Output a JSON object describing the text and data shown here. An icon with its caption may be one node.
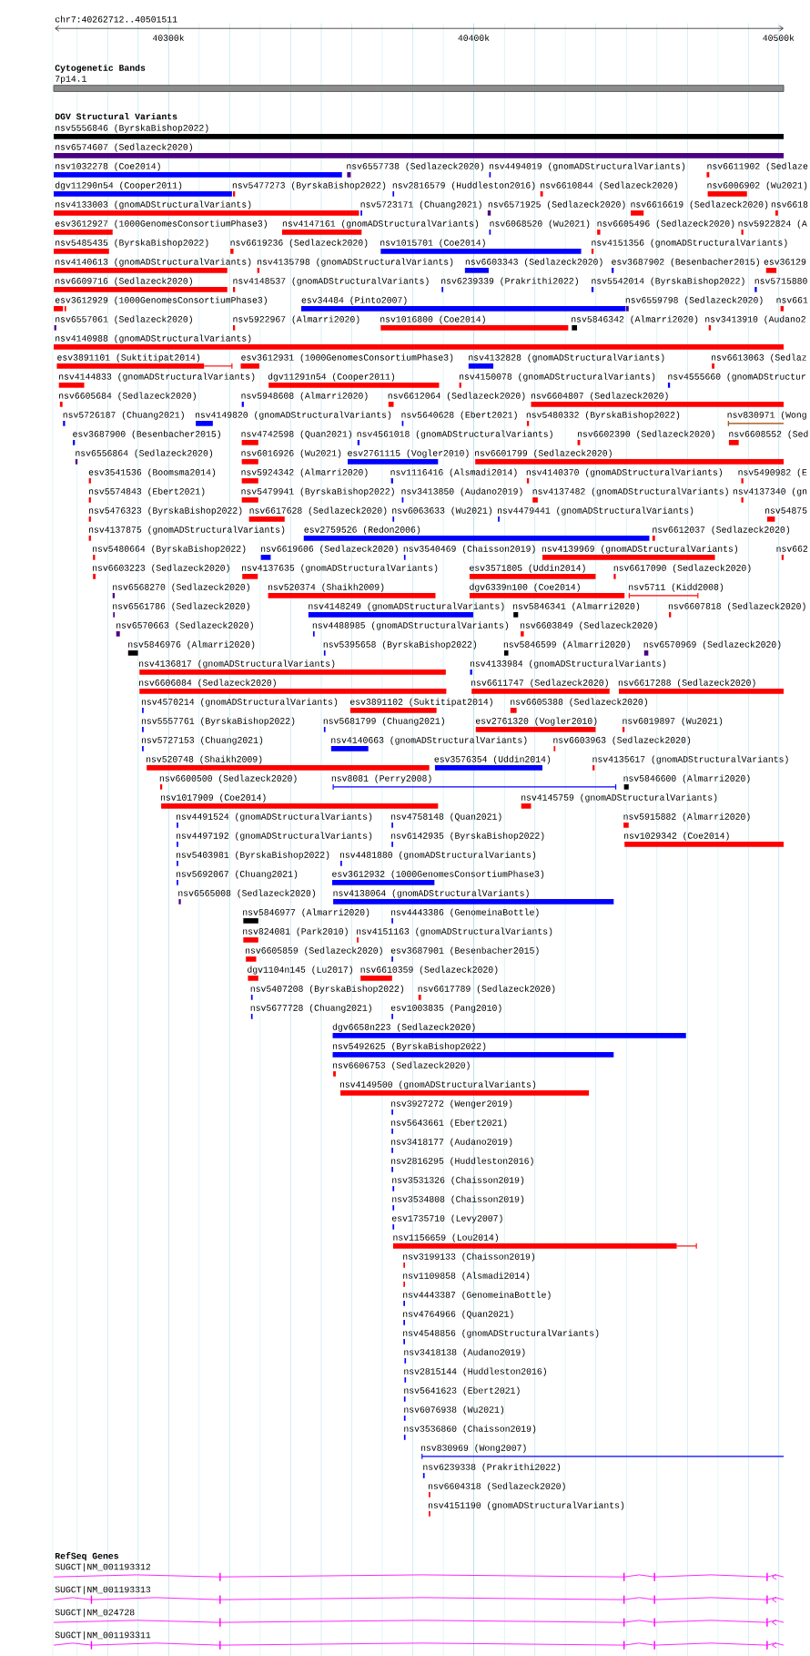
{
  "diagram": {
    "labels": [
      "chr7:40262712..40501511",
      "40300k",
      "40400k",
      "40500k",
      "Cytogenetic Bands",
      "7p14.1",
      "DGV Structural Variants",
      "nsv5556846 (ByrskaBishop2022)",
      "nsv6574607 (Sedlazeck2020)",
      "nsv1032278 (Coe2014)",
      "nsv6557738 (Sedlazeck2020)",
      "nsv4494019 (gnomADStructuralVariants)",
      "nsv6611902 (Sedlaze",
      "dgv11290n54 (Cooper2011)",
      "nsv5477273 (ByrskaBishop2022)",
      "nsv2816579 (Huddleston2016)",
      "nsv6610844 (Sedlazeck2020)",
      "nsv6006902 (Wu2021)",
      "nsv4133003 (gnomADStructuralVariants)",
      "nsv5723171 (Chuang2021)",
      "nsv6571925 (Sedlazeck2020)",
      "nsv6616619 (Sedlazeck2020)",
      "nsv6618",
      "esv3612927 (1000GenomesConsortiumPhase3)",
      "nsv4147161 (gnomADStructuralVariants)",
      "nsv6068520 (Wu2021)",
      "nsv6605496 (Sedlazeck2020)",
      "nsv5922824 (A",
      "nsv5485435 (ByrskaBishop2022)",
      "nsv6619236 (Sedlazeck2020)",
      "nsv1015701 (Coe2014)",
      "nsv4151356 (gnomADStructuralVariants)",
      "nsv4140613 (gnomADStructuralVariants)",
      "nsv4135798 (gnomADStructuralVariants)",
      "nsv6603343 (Sedlazeck2020)",
      "esv3687902 (Besenbacher2015)",
      "esv36129",
      "nsv6609716 (Sedlazeck2020)",
      "nsv4148537 (gnomADStructuralVariants)",
      "nsv6239339 (Prakrithi2022)",
      "nsv5542014 (ByrskaBishop2022)",
      "nsv5715880",
      "esv3612929 (1000GenomesConsortiumPhase3)",
      "esv34484 (Pinto2007)",
      "nsv6559798 (Sedlazeck2020)",
      "nsv661",
      "nsv6557061 (Sedlazeck2020)",
      "nsv5922967 (Almarri2020)",
      "nsv1016800 (Coe2014)",
      "nsv5846342 (Almarri2020)",
      "nsv3413910 (Audano2",
      "nsv4140988 (gnomADStructuralVariants)",
      "esv3891101 (Suktitipat2014)",
      "esv3612931 (1000GenomesConsortiumPhase3)",
      "nsv4132828 (gnomADStructuralVariants)",
      "nsv6613063 (Sedlaz",
      "nsv4144833 (gnomADStructuralVariants)",
      "dgv11291n54 (Cooper2011)",
      "nsv4150078 (gnomADStructuralVariants)",
      "nsv4555660 (gnomADStructur",
      "nsv6605684 (Sedlazeck2020)",
      "nsv5948608 (Almarri2020)",
      "nsv6612064 (Sedlazeck2020)",
      "nsv6604807 (Sedlazeck2020)",
      "nsv5726187 (Chuang2021)",
      "nsv4149820 (gnomADStructuralVariants)",
      "nsv5640628 (Ebert2021)",
      "nsv5480332 (ByrskaBishop2022)",
      "nsv830971 (Wong",
      "esv3687900 (Besenbacher2015)",
      "nsv4742598 (Quan2021)",
      "nsv4561018 (gnomADStructuralVariants)",
      "nsv6602390 (Sedlazeck2020)",
      "nsv6608552 (Sed",
      "nsv6556864 (Sedlazeck2020)",
      "nsv6016926 (Wu2021)",
      "esv2761115 (Vogler2010)",
      "nsv6601799 (Sedlazeck2020)",
      "esv3541536 (Boomsma2014)",
      "nsv5924342 (Almarri2020)",
      "nsv1116416 (Alsmadi2014)",
      "nsv4140370 (gnomADStructuralVariants)",
      "nsv5490982 (E",
      "nsv5574843 (Ebert2021)",
      "nsv5479941 (ByrskaBishop2022)",
      "nsv3413850 (Audano2019)",
      "nsv4137482 (gnomADStructuralVariants)",
      "nsv4137340 (gn",
      "nsv5476323 (ByrskaBishop2022)",
      "nsv6617628 (Sedlazeck2020)",
      "nsv6063633 (Wu2021)",
      "nsv4479441 (gnomADStructuralVariants)",
      "nsv54875",
      "nsv4137875 (gnomADStructuralVariants)",
      "esv2759526 (Redon2006)",
      "nsv6612037 (Sedlazeck2020)",
      "nsv5480664 (ByrskaBishop2022)",
      "nsv6619606 (Sedlazeck2020)",
      "nsv3540469 (Chaisson2019)",
      "nsv4139969 (gnomADStructuralVariants)",
      "nsv662",
      "nsv6603223 (Sedlazeck2020)",
      "nsv4137635 (gnomADStructuralVariants)",
      "esv3571805 (Uddin2014)",
      "nsv6617090 (Sedlazeck2020)",
      "nsv6568270 (Sedlazeck2020)",
      "nsv520374 (Shaikh2009)",
      "dgv6339n100 (Coe2014)",
      "nsv5711 (Kidd2008)",
      "nsv6561786 (Sedlazeck2020)",
      "nsv4148249 (gnomADStructuralVariants)",
      "nsv5846341 (Almarri2020)",
      "nsv6607818 (Sedlazeck2020)",
      "nsv6570663 (Sedlazeck2020)",
      "nsv4488985 (gnomADStructuralVariants)",
      "nsv6603849 (Sedlazeck2020)",
      "nsv5846976 (Almarri2020)",
      "nsv5395658 (ByrskaBishop2022)",
      "nsv5846599 (Almarri2020)",
      "nsv6570969 (Sedlazeck2020)",
      "nsv4136817 (gnomADStructuralVariants)",
      "nsv4133984 (gnomADStructuralVariants)",
      "nsv6606084 (Sedlazeck2020)",
      "nsv6611747 (Sedlazeck2020)",
      "nsv6617288 (Sedlazeck2020)",
      "nsv4570214 (gnomADStructuralVariants)",
      "esv3891102 (Suktitipat2014)",
      "nsv6605388 (Sedlazeck2020)",
      "nsv5557761 (ByrskaBishop2022)",
      "nsv5681799 (Chuang2021)",
      "esv2761320 (Vogler2010)",
      "nsv6019897 (Wu2021)",
      "nsv5727153 (Chuang2021)",
      "nsv4140663 (gnomADStructuralVariants)",
      "nsv6603963 (Sedlazeck2020)",
      "nsv520748 (Shaikh2009)",
      "esv3576354 (Uddin2014)",
      "nsv4135617 (gnomADStructuralVariants)",
      "nsv6600500 (Sedlazeck2020)",
      "nsv8081 (Perry2008)",
      "nsv5846600 (Almarri2020)",
      "nsv1017909 (Coe2014)",
      "nsv4145759 (gnomADStructuralVariants)",
      "nsv4491524 (gnomADStructuralVariants)",
      "nsv4758148 (Quan2021)",
      "nsv5915882 (Almarri2020)",
      "nsv4497192 (gnomADStructuralVariants)",
      "nsv6142935 (ByrskaBishop2022)",
      "nsv1029342 (Coe2014)",
      "nsv5403981 (ByrskaBishop2022)",
      "nsv4481880 (gnomADStructuralVariants)",
      "nsv5692067 (Chuang2021)",
      "esv3612932 (1000GenomesConsortiumPhase3)",
      "nsv6565008 (Sedlazeck2020)",
      "nsv4138064 (gnomADStructuralVariants)",
      "nsv5846977 (Almarri2020)",
      "nsv4443386 (GenomeinaBottle)",
      "nsv824081 (Park2010)",
      "nsv4151163 (gnomADStructuralVariants)",
      "nsv6605859 (Sedlazeck2020)",
      "esv3687901 (Besenbacher2015)",
      "dgv1104n145 (Lu2017)",
      "nsv6610359 (Sedlazeck2020)",
      "nsv5407208 (ByrskaBishop2022)",
      "nsv6617789 (Sedlazeck2020)",
      "nsv5677728 (Chuang2021)",
      "esv1003835 (Pang2010)",
      "dgv6658n223 (Sedlazeck2020)",
      "nsv5492625 (ByrskaBishop2022)",
      "nsv6606753 (Sedlazeck2020)",
      "nsv4149500 (gnomADStructuralVariants)",
      "nsv3927272 (Wenger2019)",
      "nsv5643661 (Ebert2021)",
      "nsv3418177 (Audano2019)",
      "nsv2816295 (Huddleston2016)",
      "nsv3531326 (Chaisson2019)",
      "nsv3534808 (Chaisson2019)",
      "esv1735710 (Levy2007)",
      "nsv1156659 (Lou2014)",
      "nsv3199133 (Chaisson2019)",
      "nsv1109858 (Alsmadi2014)",
      "nsv4443387 (GenomeinaBottle)",
      "nsv4764966 (Quan2021)",
      "nsv4548856 (gnomADStructuralVariants)",
      "nsv3418138 (Audano2019)",
      "nsv2815144 (Huddleston2016)",
      "nsv5641623 (Ebert2021)",
      "nsv6076938 (Wu2021)",
      "nsv3536860 (Chaisson2019)",
      "nsv830969 (Wong2007)",
      "nsv6239338 (Prakrithi2022)",
      "nsv6604318 (Sedlazeck2020)",
      "nsv4151190 (gnomADStructuralVariants)",
      "RefSeq Genes",
      "SUGCT|NM_001193312",
      "SUGCT|NM_001193313",
      "SUGCT|NM_024728",
      "SUGCT|NM_001193311"
    ]
  }
}
